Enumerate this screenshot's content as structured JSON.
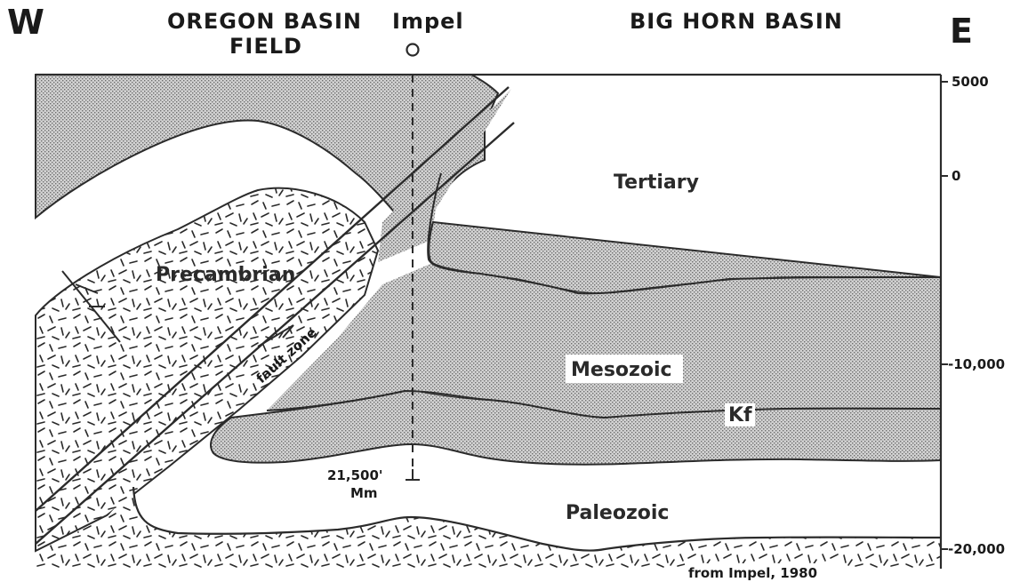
{
  "header": {
    "west": "W",
    "east": "E",
    "field_line1": "OREGON BASIN",
    "field_line2": "FIELD",
    "well": "Impel",
    "basin": "BIG HORN BASIN"
  },
  "units": {
    "tertiary": "Tertiary",
    "precambrian": "Precambrian",
    "mesozoic": "Mesozoic",
    "paleozoic": "Paleozoic",
    "kf": "Kf"
  },
  "fault_label": "fault zone",
  "well_td": {
    "depth": "21,500'",
    "formation": "Mm"
  },
  "depth_axis": {
    "ticks": [
      "5000",
      "0",
      "-10,000",
      "-20,000"
    ]
  },
  "source": "from Impel, 1980",
  "colors": {
    "line": "#2b2b2b",
    "stipple": "#9a9a9a",
    "background": "#ffffff"
  }
}
